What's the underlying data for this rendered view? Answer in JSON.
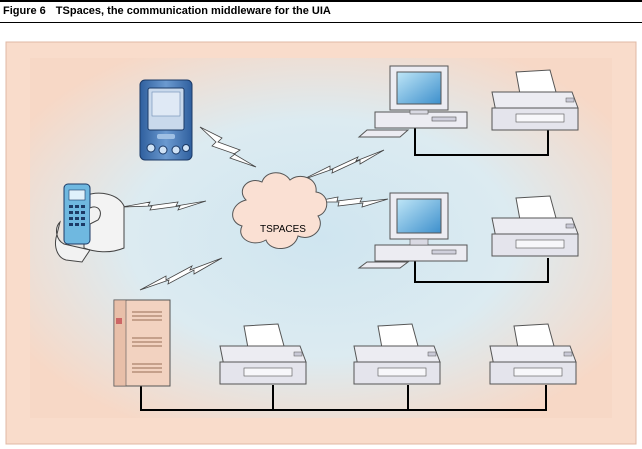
{
  "figure": {
    "number": "Figure 6",
    "title": "TSpaces, the communication middleware for the UIA"
  },
  "diagram": {
    "hub_label": "TSPACES",
    "colors": {
      "frame": "#f7d8c6",
      "inner_glow": "#dcebf1",
      "cloud": "#fae0d3",
      "bolt": "#ffffff",
      "device_body": "#e8e8f0",
      "pda_body": "#4e7fb8",
      "screen": "#6fb8e0",
      "server_body": "#f2d2c0",
      "network": "#000000"
    }
  }
}
